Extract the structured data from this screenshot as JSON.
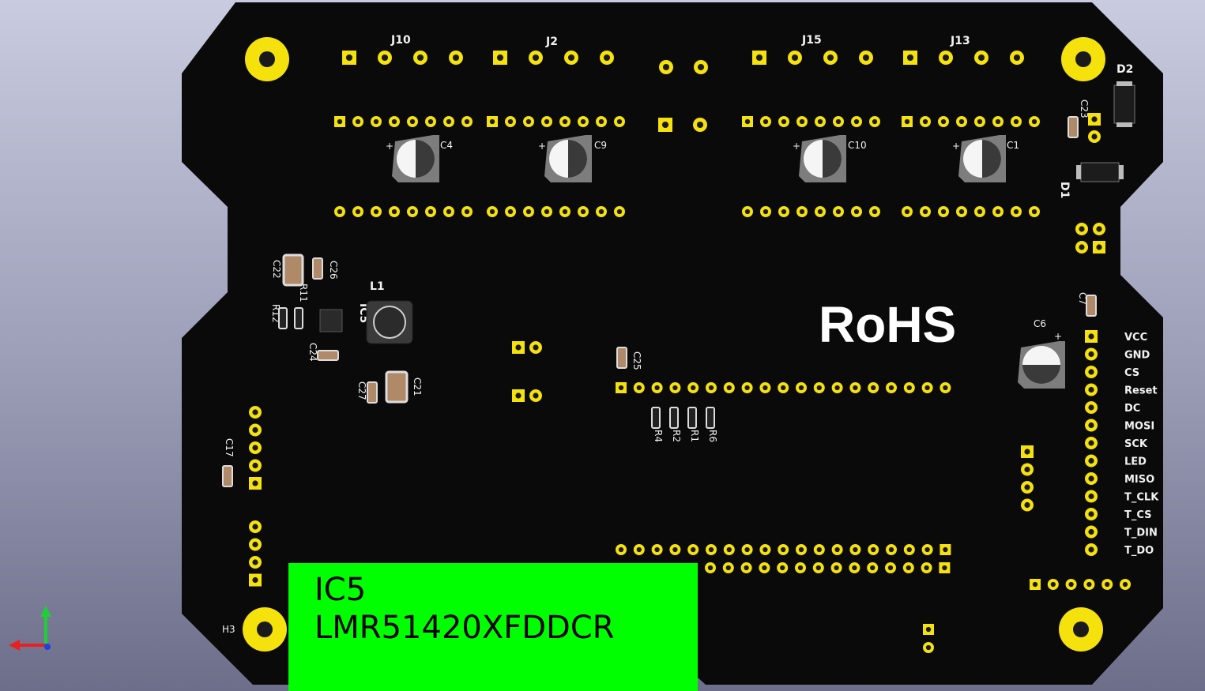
{
  "board": {
    "connectors": [
      "J10",
      "J2",
      "J15",
      "J13"
    ],
    "capacitors_electrolytic": [
      "C4",
      "C9",
      "C10",
      "C1",
      "C6"
    ],
    "diodes": [
      "D2",
      "D1"
    ],
    "small_parts": [
      "C23",
      "C22",
      "C26",
      "R11",
      "R12",
      "C24",
      "C27",
      "C21",
      "C25",
      "C17",
      "C7",
      "R4",
      "R2",
      "R1",
      "R6"
    ],
    "inductor": "L1",
    "ic_label": "IC5",
    "hole_label": "H3",
    "marking": "RoHS",
    "pin_labels": [
      "VCC",
      "GND",
      "CS",
      "Reset",
      "DC",
      "MOSI",
      "SCK",
      "LED",
      "MISO",
      "T_CLK",
      "T_CS",
      "T_DIN",
      "T_DO"
    ],
    "plus_sign": "+"
  },
  "tooltip": {
    "line1": "IC5",
    "line2": "LMR51420XFDDCR"
  },
  "colors": {
    "background": "#b4b6cc",
    "board": "#0a0a0a",
    "pad": "#f5e10c",
    "silkscreen": "#f2f2f2",
    "highlight": "#00ff00"
  },
  "icons": [
    "axis-gizmo-icon"
  ]
}
